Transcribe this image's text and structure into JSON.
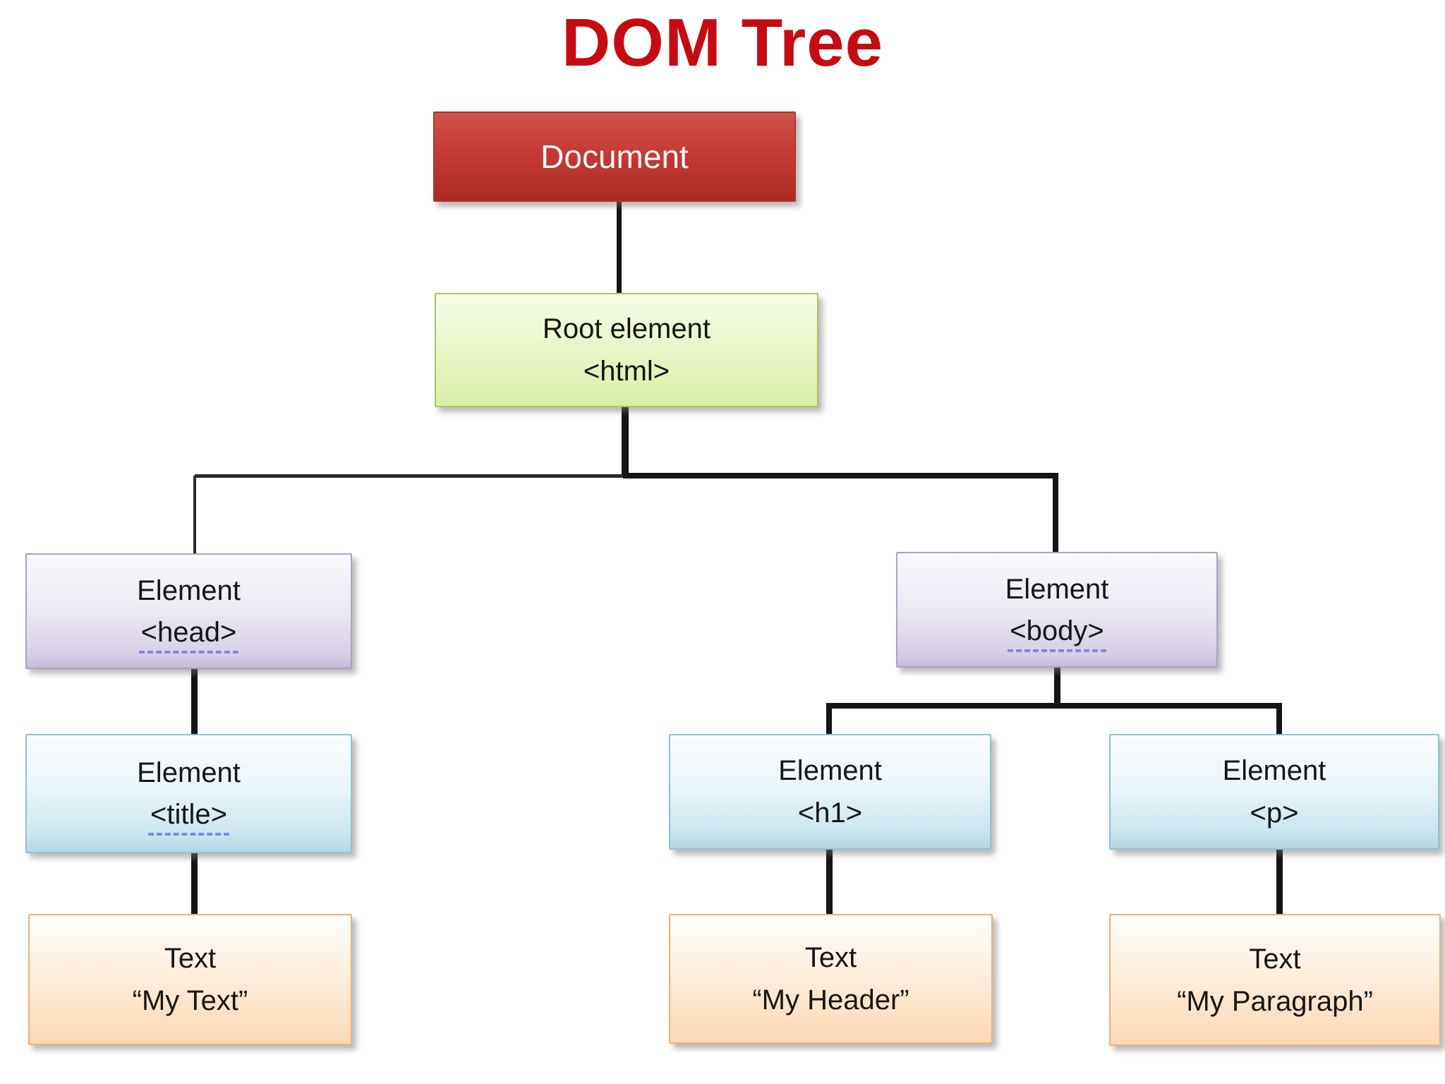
{
  "title": "DOM Tree",
  "colors": {
    "title_text": "#c60c12",
    "document_box": "#c23a31",
    "root_box": "#e3f3b6",
    "element_box": "#ded7ea",
    "leaf_element_box": "#cfe7f0",
    "text_box": "#fcdcb8",
    "connector": "#141414",
    "spellcheck_underline_purple": "#8a86d8",
    "spellcheck_underline_blue": "#6b96dc"
  },
  "nodes": {
    "document": {
      "label": "Document"
    },
    "root": {
      "line1": "Root element",
      "line2": "<html>"
    },
    "head": {
      "line1": "Element",
      "line2": "<head>"
    },
    "body": {
      "line1": "Element",
      "line2": "<body>"
    },
    "title_element": {
      "line1": "Element",
      "line2": "<title>"
    },
    "h1_element": {
      "line1": "Element",
      "line2": "<h1>"
    },
    "p_element": {
      "line1": "Element",
      "line2": "<p>"
    },
    "text_of_title": {
      "line1": "Text",
      "line2": "“My Text”"
    },
    "text_of_h1": {
      "line1": "Text",
      "line2": "“My Header”"
    },
    "text_of_p": {
      "line1": "Text",
      "line2": "“My Paragraph”"
    }
  }
}
